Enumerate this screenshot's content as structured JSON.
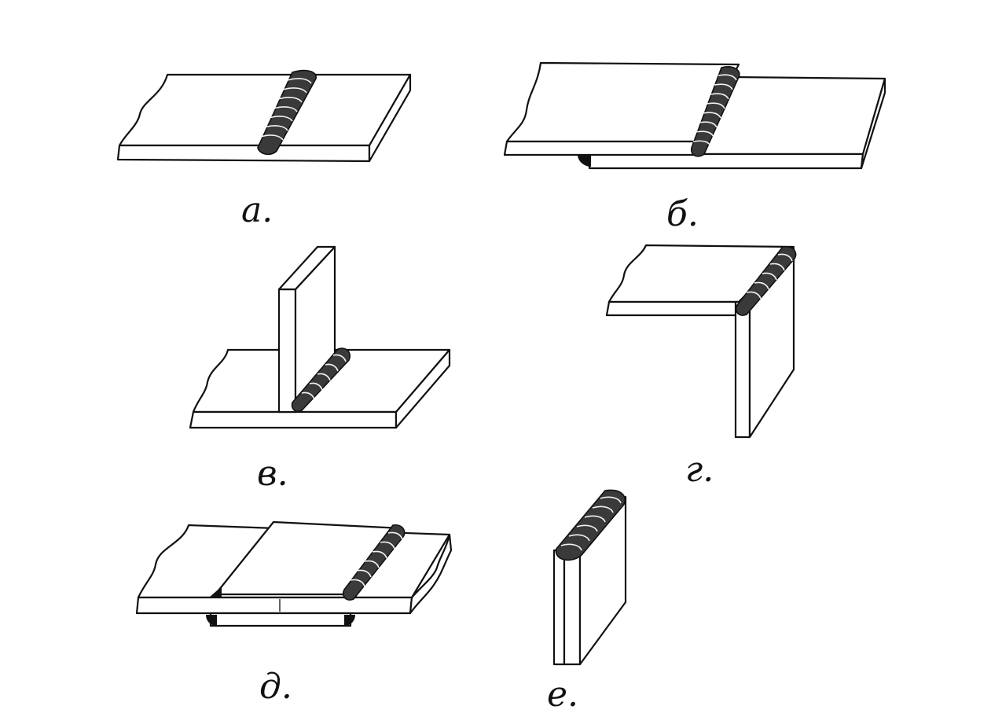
{
  "labels": {
    "a": "а.",
    "b": "б.",
    "v": "в.",
    "g": "г.",
    "d": "д.",
    "e": "е."
  },
  "colors": {
    "ink": "#111111",
    "paper": "#ffffff",
    "bead": "#3a3a3a"
  }
}
